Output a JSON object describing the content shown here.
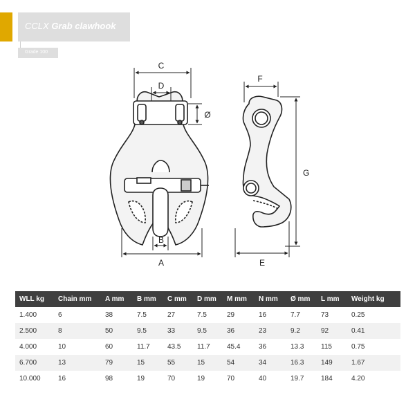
{
  "header": {
    "title_prefix": "CCLX",
    "title_main": "Grab clawhook",
    "grade": "Grade 100",
    "accent_color": "#e0a800"
  },
  "drawing": {
    "labels": {
      "A": "A",
      "B": "B",
      "C": "C",
      "D": "D",
      "E": "E",
      "F": "F",
      "G": "G",
      "O": "Ø"
    }
  },
  "table": {
    "headers": [
      "WLL kg",
      "Chain mm",
      "A mm",
      "B mm",
      "C mm",
      "D mm",
      "M mm",
      "N mm",
      "Ø mm",
      "L mm",
      "Weight kg"
    ],
    "rows": [
      [
        "1.400",
        "6",
        "38",
        "7.5",
        "27",
        "7.5",
        "29",
        "16",
        "7.7",
        "73",
        "0.25"
      ],
      [
        "2.500",
        "8",
        "50",
        "9.5",
        "33",
        "9.5",
        "36",
        "23",
        "9.2",
        "92",
        "0.41"
      ],
      [
        "4.000",
        "10",
        "60",
        "11.7",
        "43.5",
        "11.7",
        "45.4",
        "36",
        "13.3",
        "115",
        "0.75"
      ],
      [
        "6.700",
        "13",
        "79",
        "15",
        "55",
        "15",
        "54",
        "34",
        "16.3",
        "149",
        "1.67"
      ],
      [
        "10.000",
        "16",
        "98",
        "19",
        "70",
        "19",
        "70",
        "40",
        "19.7",
        "184",
        "4.20"
      ]
    ]
  }
}
